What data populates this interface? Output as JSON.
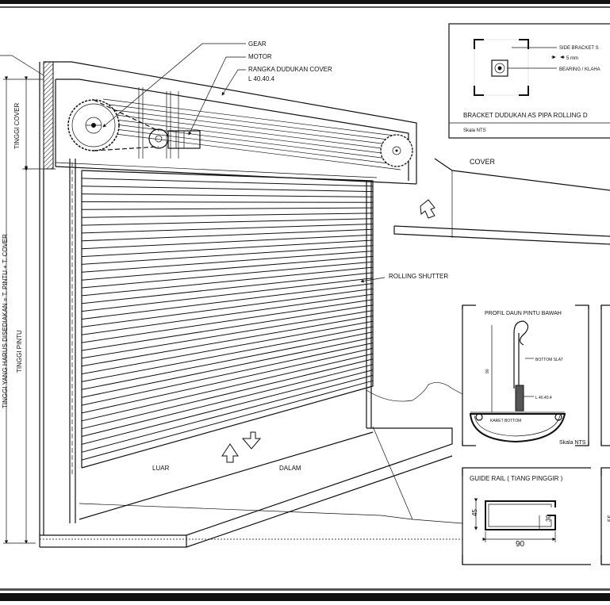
{
  "labels": {
    "gear": "GEAR",
    "motor": "MOTOR",
    "rangka": "RANGKA DUDUKAN COVER",
    "rangka_size": "L 40.40.4",
    "tinggi_cover": "TINGGI COVER",
    "tinggi_total": "TINGGI YANG HARUS DISEDIAKAN = T. PINTU + T. COVER",
    "tinggi_pintu": "TINGGI PINTU",
    "rolling_shutter": "ROLLING SHUTTER",
    "cover": "COVER",
    "luar": "LUAR",
    "dalam": "DALAM"
  },
  "bracket_panel": {
    "side_bracket": "SIDE BRACKET S",
    "thickness": "5 mm",
    "bearing": "BEARING / KLAHA",
    "title": "BRACKET DUDUKAN AS PIPA ROLLING D",
    "scale": "Skala NTS"
  },
  "profil_panel": {
    "title": "PROFIL DAUN PINTU BAWAH",
    "bottom_slat": "BOTTOM SLAT",
    "angle": "L 40.40.4",
    "karet_bottom": "KARET BOTTOM",
    "scale": "Skala NTS",
    "dim": "90"
  },
  "guide_panel": {
    "title": "GUIDE RAIL ( TIANG PINGGIR )",
    "dim_45": "45",
    "dim_30": "30",
    "dim_90": "90",
    "dim_55": "55"
  }
}
